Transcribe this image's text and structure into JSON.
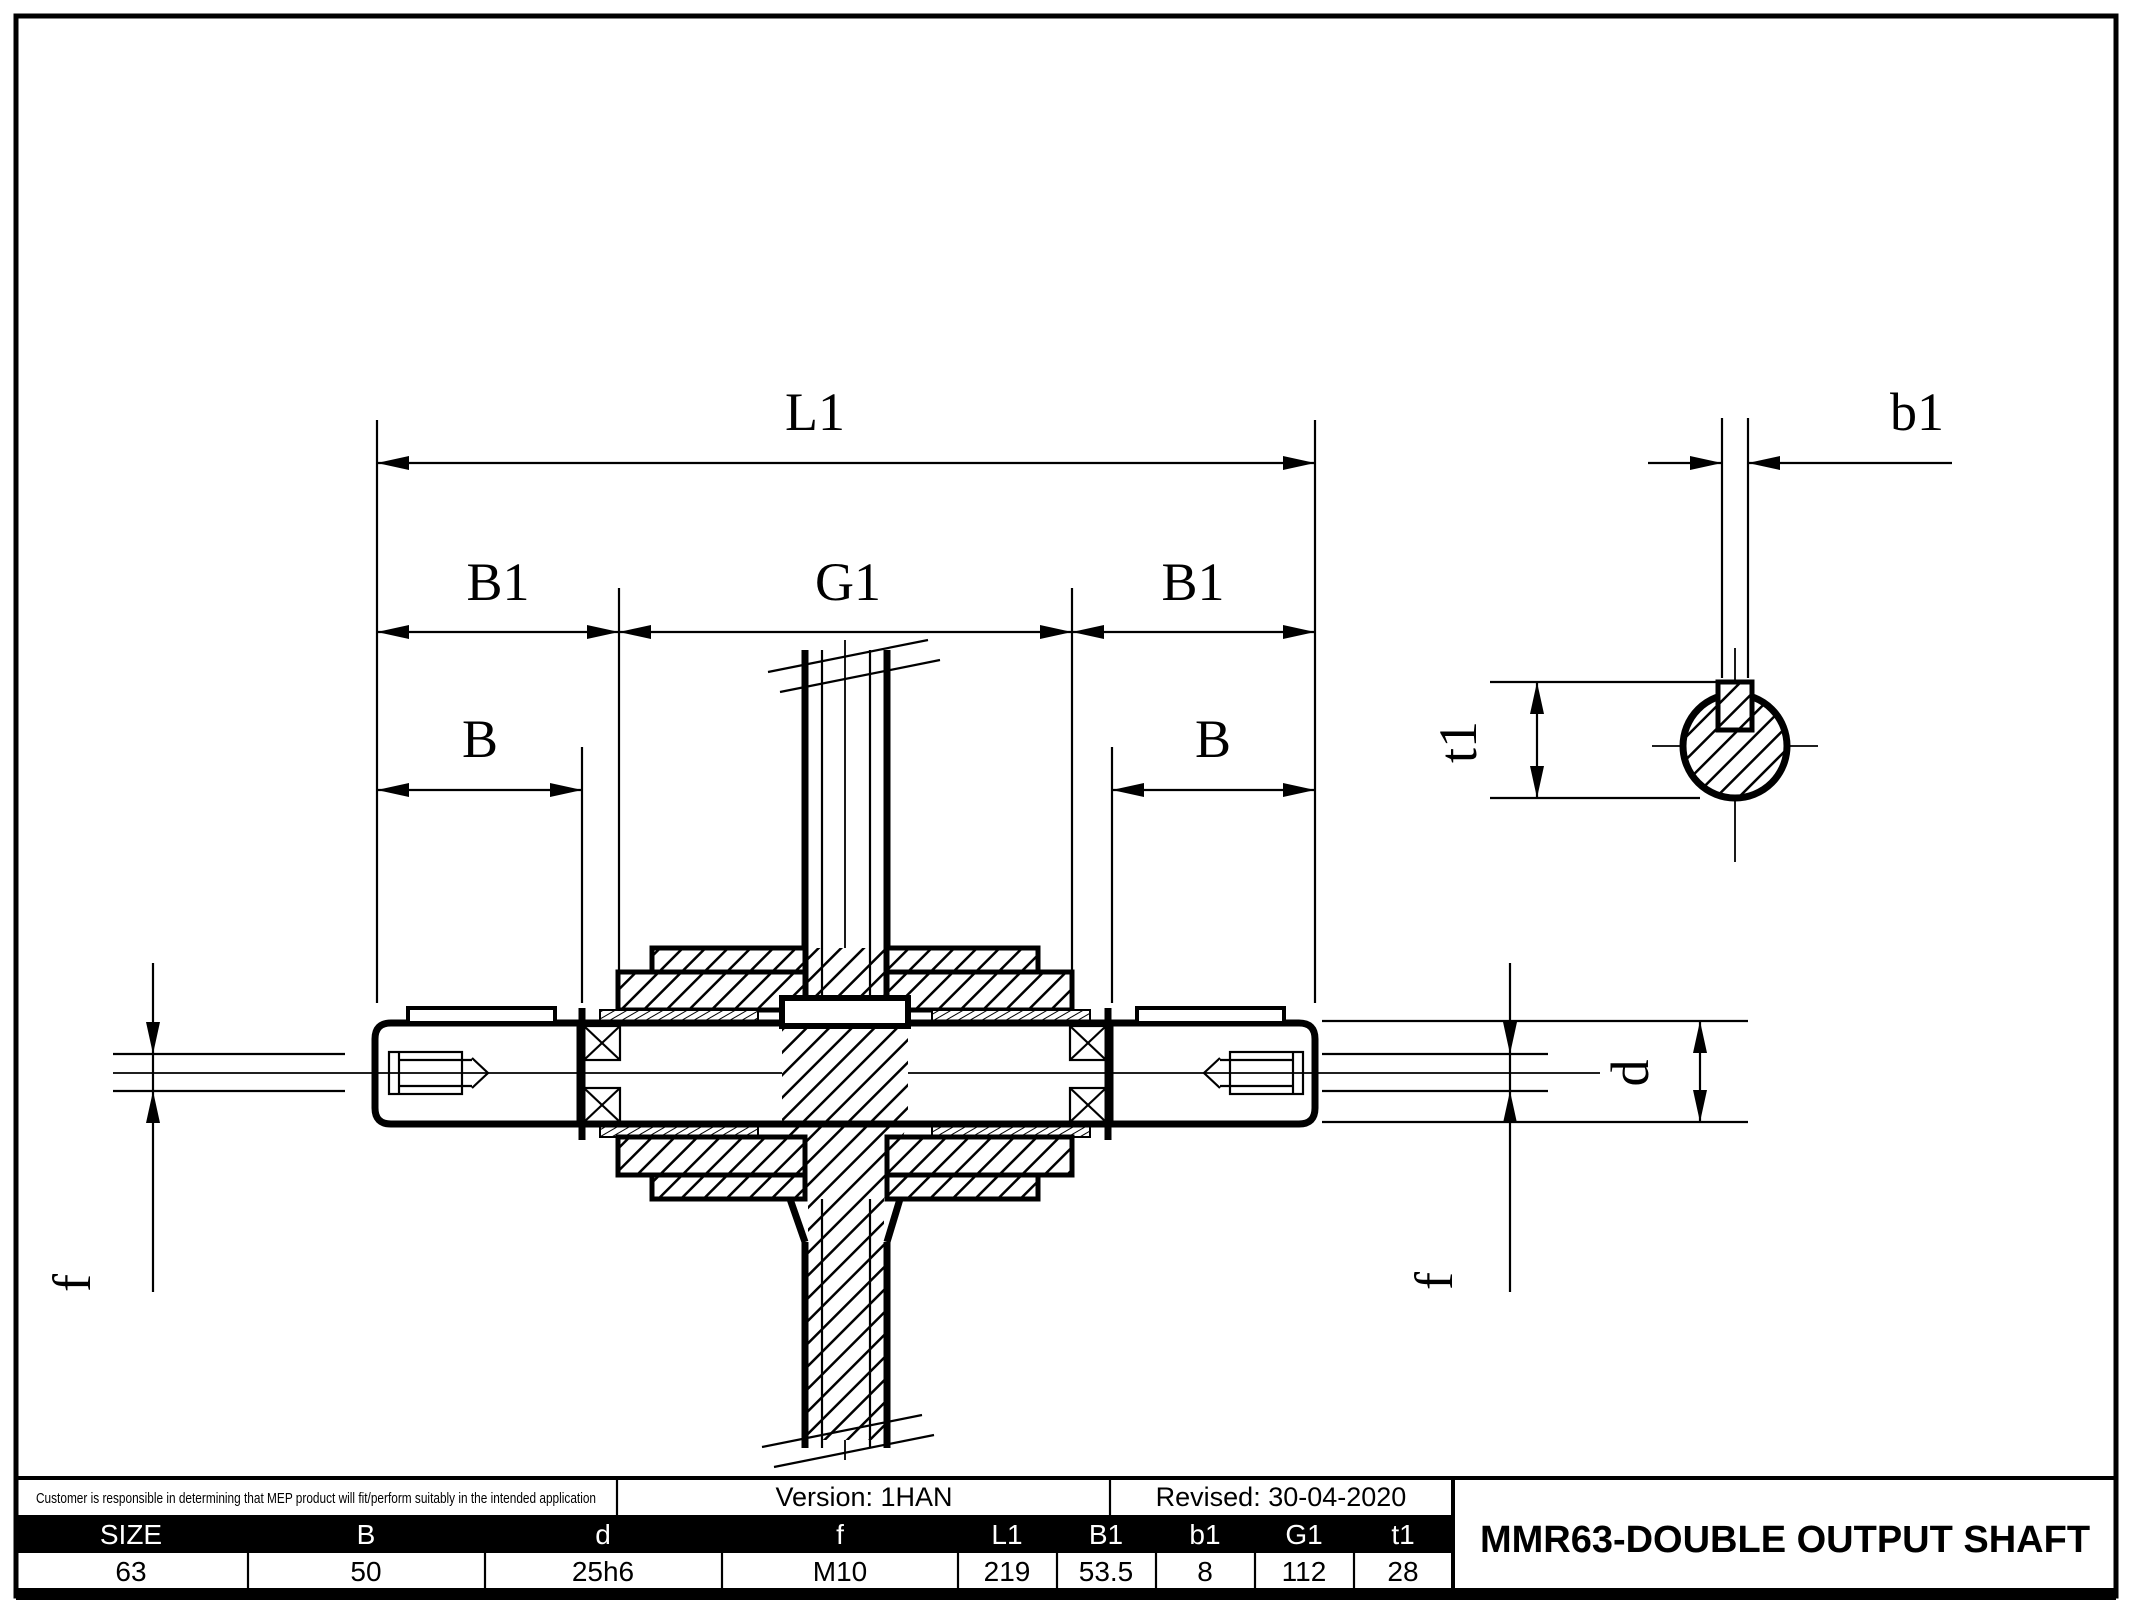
{
  "drawing": {
    "dimension_labels": {
      "l1": "L1",
      "b1_left": "B1",
      "g1": "G1",
      "b1_right": "B1",
      "b_left": "B",
      "b_right": "B",
      "f_left": "f",
      "f_right": "f",
      "d": "d",
      "t1": "t1",
      "b1_key": "b1"
    }
  },
  "title_block": {
    "disclaimer": "Customer is responsible in determining that MEP product will fit/perform suitably in the intended application",
    "version": "Version: 1HAN",
    "revised": "Revised: 30-04-2020",
    "title": "MMR63-DOUBLE OUTPUT SHAFT",
    "headers": [
      "SIZE",
      "B",
      "d",
      "f",
      "L1",
      "B1",
      "b1",
      "G1",
      "t1"
    ],
    "values": [
      "63",
      "50",
      "25h6",
      "M10",
      "219",
      "53.5",
      "8",
      "112",
      "28"
    ]
  },
  "colors": {
    "ink": "#000000",
    "paper": "#ffffff"
  }
}
